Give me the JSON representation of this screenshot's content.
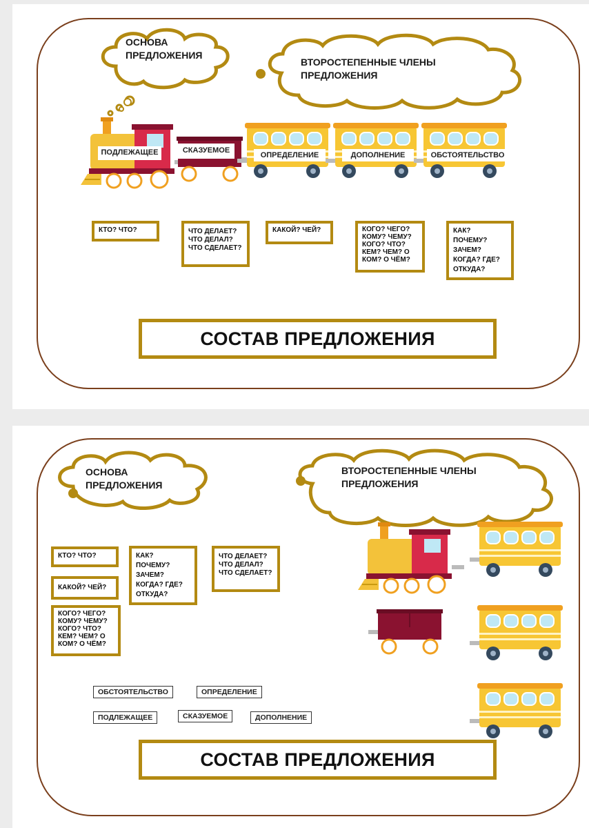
{
  "colors": {
    "gold": "#b38a12",
    "frame_brown": "#7a3f1c",
    "wagon_yellow": "#f7c634",
    "wagon_red": "#8a1230",
    "window_blue": "#bfe8f5"
  },
  "slide1": {
    "cloud_left": [
      "ОСНОВА",
      "ПРЕДЛОЖЕНИЯ"
    ],
    "cloud_right": [
      "ВТОРОСТЕПЕННЫЕ ЧЛЕНЫ",
      "ПРЕДЛОЖЕНИЯ"
    ],
    "train_labels": [
      "ПОДЛЕЖАЩЕЕ",
      "СКАЗУЕМОЕ",
      "ОПРЕДЕЛЕНИЕ",
      "ДОПОЛНЕНИЕ",
      "ОБСТОЯТЕЛЬСТВО"
    ],
    "questions": [
      [
        "КТО? ЧТО?"
      ],
      [
        "ЧТО ДЕЛАЕТ?",
        "ЧТО ДЕЛАЛ?",
        "ЧТО СДЕЛАЕТ?"
      ],
      [
        "КАКОЙ? ЧЕЙ?"
      ],
      [
        "КОГО? ЧЕГО?",
        "КОМУ? ЧЕМУ?",
        "КОГО? ЧТО?",
        "КЕМ? ЧЕМ? О",
        "КОМ? О ЧЁМ?"
      ],
      [
        "КАК?",
        "ПОЧЕМУ?",
        "ЗАЧЕМ?",
        "КОГДА? ГДЕ?",
        "ОТКУДА?"
      ]
    ],
    "title": "СОСТАВ ПРЕДЛОЖЕНИЯ"
  },
  "slide2": {
    "cloud_left": [
      "ОСНОВА",
      "ПРЕДЛОЖЕНИЯ"
    ],
    "cloud_right": [
      "ВТОРОСТЕПЕННЫЕ ЧЛЕНЫ",
      "ПРЕДЛОЖЕНИЯ"
    ],
    "questions": [
      [
        "КТО? ЧТО?"
      ],
      [
        "КАКОЙ? ЧЕЙ?"
      ],
      [
        "КОГО? ЧЕГО?",
        "КОМУ? ЧЕМУ?",
        "КОГО? ЧТО?",
        "КЕМ? ЧЕМ? О",
        "КОМ? О ЧЁМ?"
      ],
      [
        "КАК?",
        "ПОЧЕМУ?",
        "ЗАЧЕМ?",
        "КОГДА? ГДЕ?",
        "ОТКУДА?"
      ],
      [
        "ЧТО ДЕЛАЕТ?",
        "ЧТО ДЕЛАЛ?",
        "ЧТО СДЕЛАЕТ?"
      ]
    ],
    "labels": [
      "ОБСТОЯТЕЛЬСТВО",
      "ОПРЕДЕЛЕНИЕ",
      "ПОДЛЕЖАЩЕЕ",
      "СКАЗУЕМОЕ",
      "ДОПОЛНЕНИЕ"
    ],
    "title": "СОСТАВ ПРЕДЛОЖЕНИЯ"
  }
}
